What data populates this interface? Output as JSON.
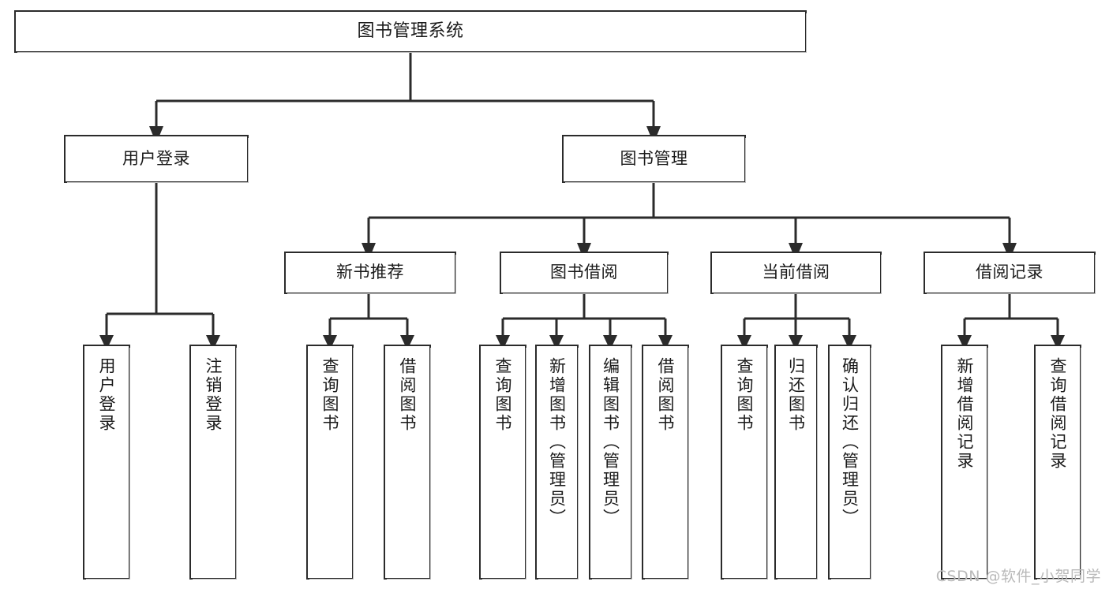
{
  "diagram": {
    "title": "图书管理系统",
    "type": "tree",
    "orientation": "top-down",
    "colors": {
      "background": "#ffffff",
      "box_border": "#2b2b2b",
      "box_fill": "#ffffff",
      "connector": "#2b2b2b",
      "text": "#1a1a1a",
      "watermark": "#b9b9b9"
    },
    "root": {
      "label": "图书管理系统"
    },
    "level2": [
      {
        "label": "用户登录"
      },
      {
        "label": "图书管理"
      }
    ],
    "level3": [
      {
        "label": "新书推荐"
      },
      {
        "label": "图书借阅"
      },
      {
        "label": "当前借阅"
      },
      {
        "label": "借阅记录"
      }
    ],
    "leaves": [
      {
        "label": "用户登录",
        "parent": "用户登录"
      },
      {
        "label": "注销登录",
        "parent": "用户登录"
      },
      {
        "label": "查询图书",
        "parent": "新书推荐"
      },
      {
        "label": "借阅图书",
        "parent": "新书推荐"
      },
      {
        "label": "查询图书",
        "parent": "图书借阅"
      },
      {
        "label": "新增图书（管理员）",
        "parent": "图书借阅"
      },
      {
        "label": "编辑图书（管理员）",
        "parent": "图书借阅"
      },
      {
        "label": "借阅图书",
        "parent": "图书借阅"
      },
      {
        "label": "查询图书",
        "parent": "当前借阅"
      },
      {
        "label": "归还图书",
        "parent": "当前借阅"
      },
      {
        "label": "确认归还（管理员）",
        "parent": "当前借阅"
      },
      {
        "label": "新增借阅记录",
        "parent": "借阅记录"
      },
      {
        "label": "查询借阅记录",
        "parent": "借阅记录"
      }
    ],
    "watermark": "CSDN @软件_小贺同学"
  }
}
